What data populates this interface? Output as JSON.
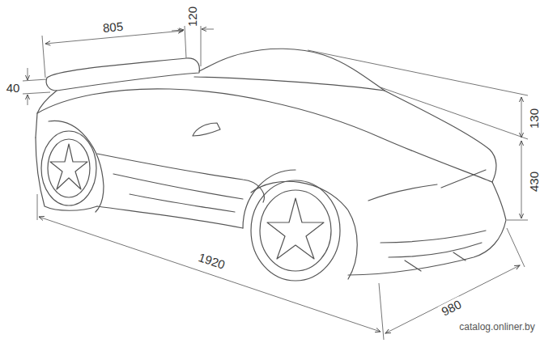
{
  "diagram": {
    "labels": [
      "805",
      "120",
      "40",
      "130",
      "430",
      "1920",
      "980",
      "catalog.onliner.by"
    ]
  }
}
